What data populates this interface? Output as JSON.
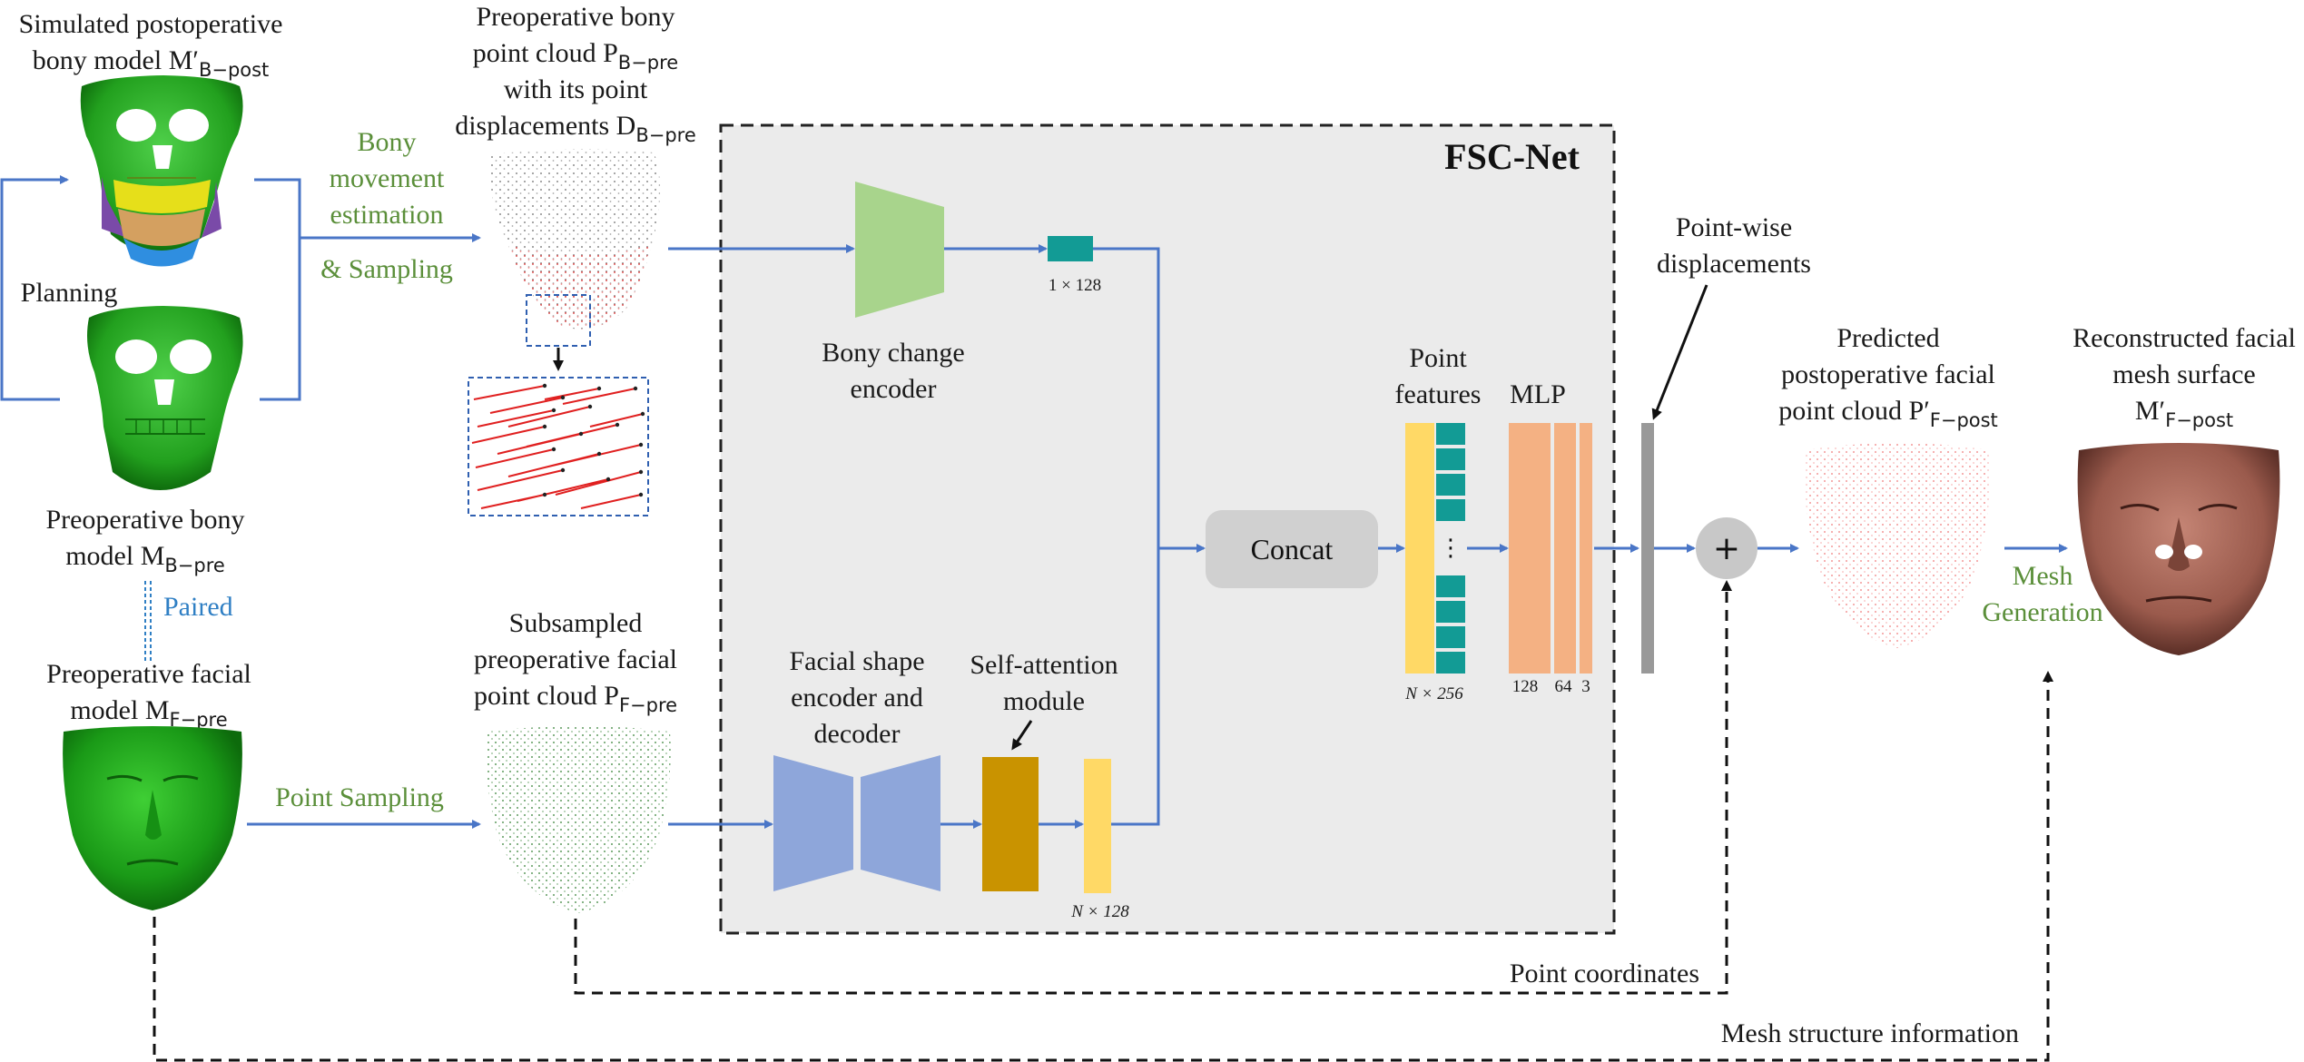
{
  "colors": {
    "arrow": "#4a76c7",
    "skull_green": "#2ea323",
    "face_green": "#1fa51c",
    "fsc_bg": "#ebebeb",
    "bony_encoder": "#a8d48c",
    "teal": "#129b95",
    "facial_encoder": "#8ea6da",
    "attention": "#c99300",
    "yellow_feature": "#ffd966",
    "mlp": "#f4b183",
    "concat": "#d0d0d0",
    "gray_bar": "#999999",
    "label_green": "#5b8f3a",
    "label_blue": "#2f7fc4"
  },
  "labels": {
    "sim_post_line1": "Simulated postoperative",
    "sim_post_line2": "bony model",
    "sim_post_sym": "M′",
    "sim_post_sub": "B−post",
    "planning": "Planning",
    "preop_bony_line1": "Preoperative bony",
    "preop_bony_line2": "model",
    "preop_bony_sym": "M",
    "preop_bony_sub": "B−pre",
    "paired": "Paired",
    "preop_facial_line1": "Preoperative facial",
    "preop_facial_line2": "model",
    "preop_facial_sym": "M",
    "preop_facial_sub": "F−pre",
    "bony_movement_line1": "Bony",
    "bony_movement_line2": "movement",
    "bony_movement_line3": "estimation",
    "bony_movement_line4": "& Sampling",
    "point_sampling": "Point Sampling",
    "bony_pc_line1": "Preoperative bony",
    "bony_pc_line2": "point cloud",
    "bony_pc_sym": "P",
    "bony_pc_sub": "B−pre",
    "bony_pc_line3": "with its point",
    "bony_pc_line4": "displacements",
    "bony_pc_sym2": "D",
    "bony_pc_sub2": "B−pre",
    "sub_pc_line1": "Subsampled",
    "sub_pc_line2": "preoperative facial",
    "sub_pc_line3": "point cloud",
    "sub_pc_sym": "P",
    "sub_pc_sub": "F−pre",
    "fsc_net": "FSC-Net",
    "bony_encoder_line1": "Bony change",
    "bony_encoder_line2": "encoder",
    "dim_1x128": "1 × 128",
    "facial_enc_line1": "Facial shape",
    "facial_enc_line2": "encoder and",
    "facial_enc_line3": "decoder",
    "self_attn_line1": "Self-attention",
    "self_attn_line2": "module",
    "dim_nx128": "N × 128",
    "concat": "Concat",
    "point_features_line1": "Point",
    "point_features_line2": "features",
    "dim_nx256": "N × 256",
    "mlp": "MLP",
    "mlp_dim_128": "128",
    "mlp_dim_64": "64",
    "mlp_dim_3": "3",
    "pointwise_line1": "Point-wise",
    "pointwise_line2": "displacements",
    "plus": "+",
    "pred_line1": "Predicted",
    "pred_line2": "postoperative facial",
    "pred_line3": "point cloud",
    "pred_sym": "P′",
    "pred_sub": "F−post",
    "recon_line1": "Reconstructed facial",
    "recon_line2": "mesh surface",
    "recon_sym": "M′",
    "recon_sub": "F−post",
    "mesh_gen_line1": "Mesh",
    "mesh_gen_line2": "Generation",
    "point_coordinates": "Point coordinates",
    "mesh_structure": "Mesh structure information",
    "ellipsis": "⋮"
  }
}
